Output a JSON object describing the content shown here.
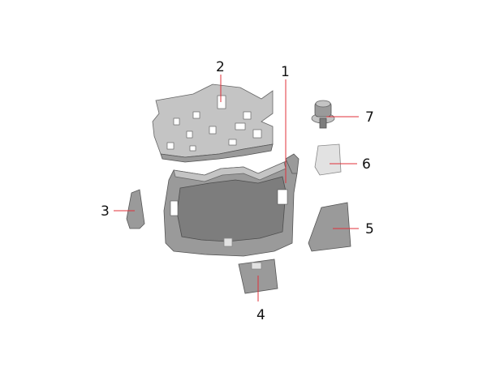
{
  "diagram": {
    "callouts": [
      {
        "id": "1",
        "label": "1"
      },
      {
        "id": "2",
        "label": "2"
      },
      {
        "id": "3",
        "label": "3"
      },
      {
        "id": "4",
        "label": "4"
      },
      {
        "id": "5",
        "label": "5"
      },
      {
        "id": "6",
        "label": "6"
      },
      {
        "id": "7",
        "label": "7"
      }
    ],
    "colors": {
      "leader": "#e0303a",
      "part": "#9a9a9a",
      "outline": "#555555"
    }
  }
}
